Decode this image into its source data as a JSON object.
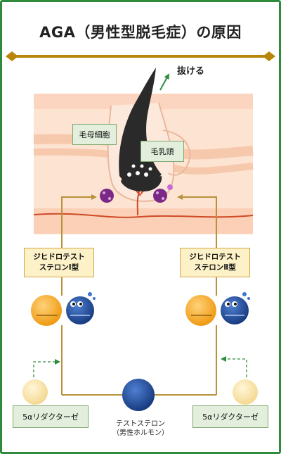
{
  "title": "AGA（男性型脱毛症）の原因",
  "labels": {
    "hair_out": "抜ける",
    "hair_matrix_cell": "毛母細胞",
    "dermal_papilla": "毛乳頭",
    "dht_type1_line1": "ジヒドロテスト",
    "dht_type1_line2": "ステロンⅠ型",
    "dht_type2_line1": "ジヒドロテスト",
    "dht_type2_line2": "ステロンⅡ型",
    "testosterone_line1": "テストステロン",
    "testosterone_line2": "（男性ホルモン）",
    "reductase_left": "5αリダクターゼ",
    "reductase_right": "5αリダクターゼ"
  },
  "colors": {
    "frame": "#2e8b3e",
    "title_rule": "#b8860b",
    "pathway": "#b8923a",
    "skin_light": "#fde3d2",
    "skin_stripe": "#f7cdb4",
    "vessel": "#d04a26",
    "hair": "#2a2a2a",
    "molecule_purple": "#7a2a86",
    "enzyme_orange": "#f2a624",
    "hormone_blue": "#1e4c9a",
    "arrow_green": "#2e8b3e"
  },
  "icons": [
    "hair-strand-icon",
    "dht-molecule-icon",
    "enzyme-icon",
    "testosterone-icon",
    "reductase-ball-icon",
    "out-arrow-icon"
  ]
}
